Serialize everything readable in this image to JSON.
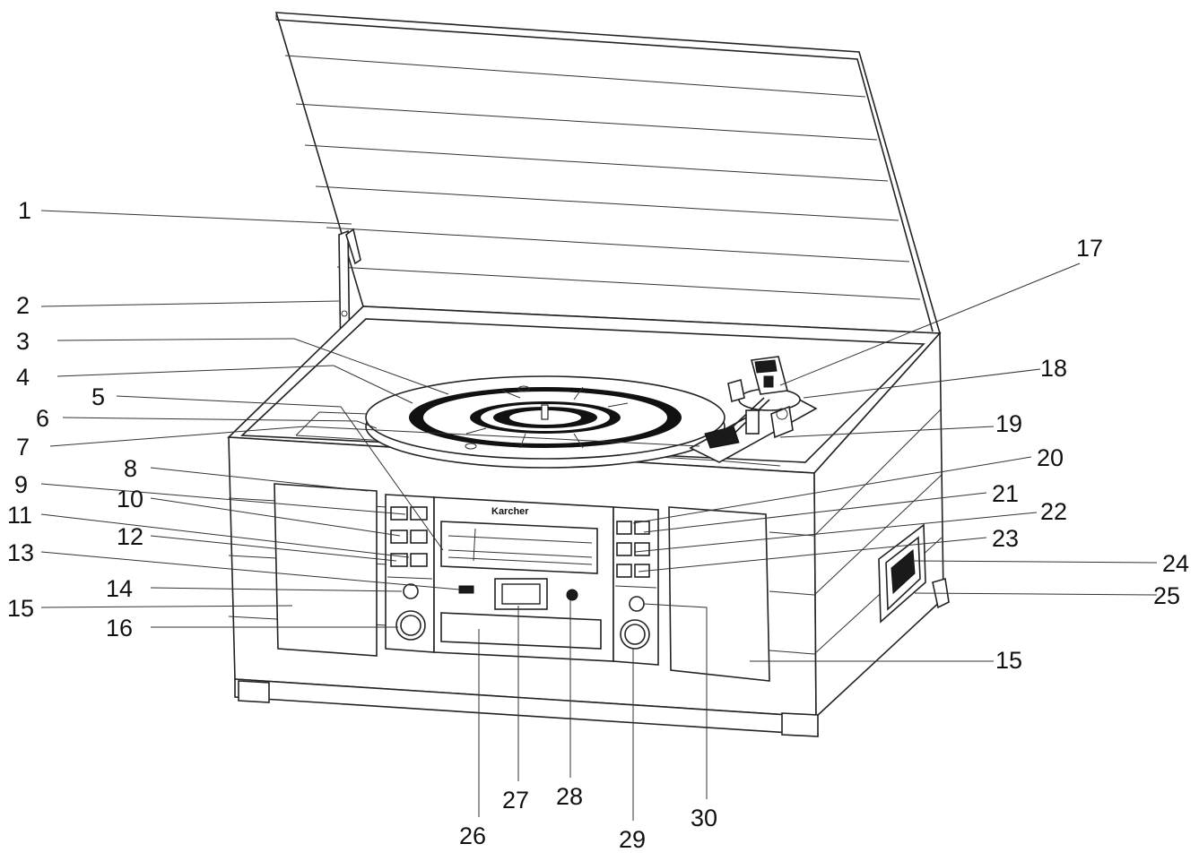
{
  "brand_label": "Karcher",
  "callouts": [
    {
      "id": "1",
      "label": "1"
    },
    {
      "id": "2",
      "label": "2"
    },
    {
      "id": "3",
      "label": "3"
    },
    {
      "id": "4",
      "label": "4"
    },
    {
      "id": "5",
      "label": "5"
    },
    {
      "id": "6",
      "label": "6"
    },
    {
      "id": "7",
      "label": "7"
    },
    {
      "id": "8",
      "label": "8"
    },
    {
      "id": "9",
      "label": "9"
    },
    {
      "id": "10",
      "label": "10"
    },
    {
      "id": "11",
      "label": "11"
    },
    {
      "id": "12",
      "label": "12"
    },
    {
      "id": "13",
      "label": "13"
    },
    {
      "id": "14",
      "label": "14"
    },
    {
      "id": "15a",
      "label": "15"
    },
    {
      "id": "16",
      "label": "16"
    },
    {
      "id": "17",
      "label": "17"
    },
    {
      "id": "18",
      "label": "18"
    },
    {
      "id": "19",
      "label": "19"
    },
    {
      "id": "20",
      "label": "20"
    },
    {
      "id": "21",
      "label": "21"
    },
    {
      "id": "22",
      "label": "22"
    },
    {
      "id": "23",
      "label": "23"
    },
    {
      "id": "24",
      "label": "24"
    },
    {
      "id": "25",
      "label": "25"
    },
    {
      "id": "15b",
      "label": "15"
    },
    {
      "id": "26",
      "label": "26"
    },
    {
      "id": "27",
      "label": "27"
    },
    {
      "id": "28",
      "label": "28"
    },
    {
      "id": "29",
      "label": "29"
    },
    {
      "id": "30",
      "label": "30"
    }
  ]
}
